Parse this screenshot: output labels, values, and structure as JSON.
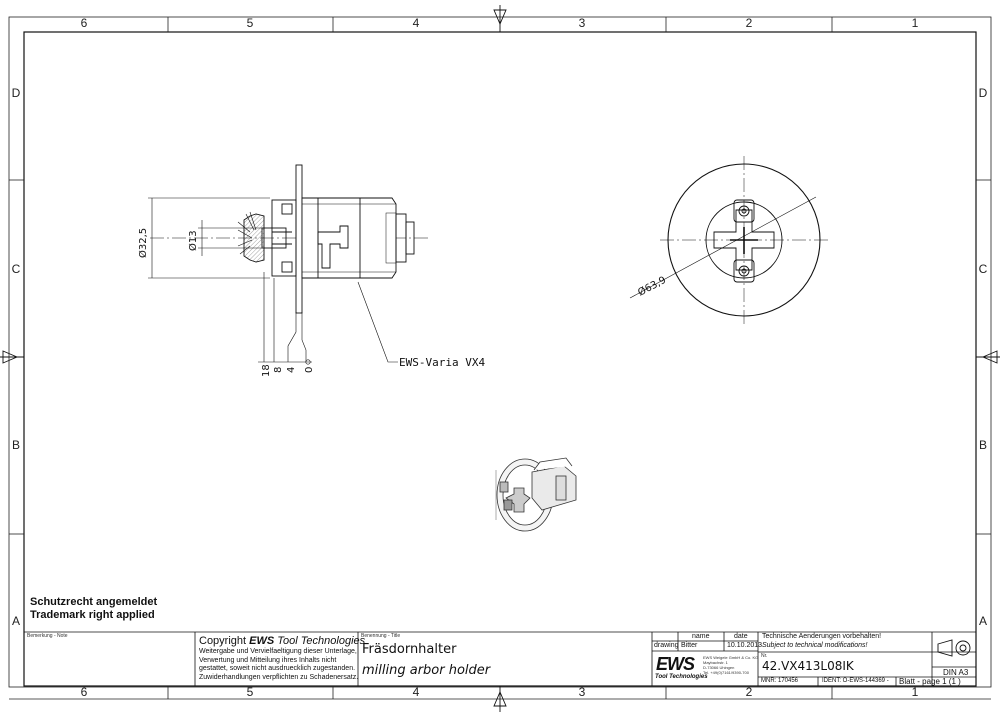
{
  "zones": {
    "columns": [
      "6",
      "5",
      "4",
      "3",
      "2",
      "1"
    ],
    "rows": [
      "D",
      "C",
      "B",
      "A"
    ]
  },
  "dimensions": {
    "dia_outer": "Ø32,5",
    "dia_inner": "Ø13",
    "dia_flange": "Ø63,9",
    "offsets": [
      "18",
      "8",
      "4",
      "0"
    ]
  },
  "callout": "EWS-Varia VX4",
  "legal": {
    "line1": "Schutzrecht angemeldet",
    "line2": "Trademark right applied"
  },
  "title_block": {
    "remark_label": "Bemerkung - Note",
    "copyright_prefix": "Copyright",
    "copyright_brand": "EWS",
    "copyright_suffix": "Tool Technologies",
    "copyright_body": [
      "Weitergabe und Vervielfaeltigung dieser Unterlage,",
      "Verwertung und Mitteilung ihres Inhalts nicht",
      "gestattet, soweit nicht ausdruecklich zugestanden.",
      "Zuwiderhandlungen verpflichten zu Schadenersatz."
    ],
    "title_label": "Benennung - Title",
    "title_de": "Fräsdornhalter",
    "title_en": "milling arbor holder",
    "col_name": "name",
    "col_date": "date",
    "row_label": "drawing",
    "drawn_by": "Bitter",
    "drawn_date": "10.10.2013",
    "logo": "EWS",
    "logo_sub": "Tool Technologies",
    "company_lines": [
      "EWS Weigele GmbH & Co. KG",
      "Maybachstr. 1",
      "D-73066 Uhingen",
      "Tel. +49(0)7161/9390-700"
    ],
    "notice_de": "Technische Aenderungen vorbehalten!",
    "notice_en": "Subject to technical modifications!",
    "nr_label": "Nr.",
    "part_number": "42.VX413L08IK",
    "mnr": "MNR: 170456",
    "ident": "IDENT: O-EWS-144369 -",
    "sheet": "Blatt - page  1 (1 )",
    "format": "DIN A3"
  }
}
